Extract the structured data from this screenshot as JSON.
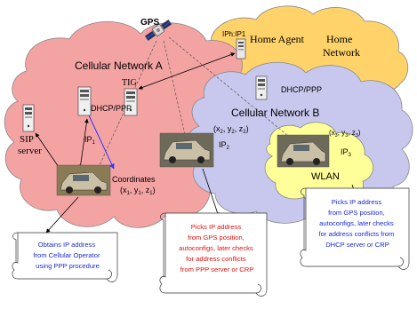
{
  "labels": {
    "gps": "GPS",
    "ipha": "IPh:IP1",
    "home_agent": "Home Agent",
    "home_network_l1": "Home",
    "home_network_l2": "Network",
    "cellular_a": "Cellular Network A",
    "tig": "TIG",
    "dhcp_a": "DHCP/PPP",
    "sip_l1": "SIP",
    "sip_l2": "server",
    "ip1": "IP",
    "ip1_sub": "1",
    "coords_title": "Coordinates",
    "coords_a": "(x",
    "coords_a_s1": "1",
    "coords_a_m1": ", y",
    "coords_a_s2": "1",
    "coords_a_m2": ", z",
    "coords_a_s3": "1",
    "coords_a_end": ")",
    "dhcp_b": "DHCP/PPP",
    "cellular_b": "Cellular Network B",
    "coords_b": "(x",
    "coords_b_s1": "2",
    "coords_b_m1": ", y",
    "coords_b_s2": "2",
    "coords_b_m2": ", z",
    "coords_b_s3": "2",
    "coords_b_end": ")",
    "ip2": "IP",
    "ip2_sub": "2",
    "coords_c": "(x",
    "coords_c_s1": "3",
    "coords_c_m1": ", y",
    "coords_c_s2": "3",
    "coords_c_m2": ", z",
    "coords_c_s3": "3",
    "coords_c_end": ")",
    "ip3": "IP",
    "ip3_sub": "3",
    "wlan": "WLAN"
  },
  "notes": {
    "left": [
      "Obtains IP address",
      "from Cellular Operator",
      "using PPP procedure"
    ],
    "middle": [
      "Picks IP address",
      "from GPS position,",
      "autoconfigs, later checks",
      "for address conflicts",
      "from PPP server or CRP"
    ],
    "right": [
      "Picks IP address",
      "from GPS position,",
      "autoconfigs, later checks",
      "for address conflicts from",
      "DHCP server or CRP"
    ]
  },
  "colors": {
    "cloud_a": "#f4a3a3",
    "cloud_home": "#ffd36a",
    "cloud_b": "#c8c8ee",
    "cloud_wlan": "#ffff99",
    "note_left_text": "#1a2bd6",
    "note_middle_text": "#e01010",
    "note_right_text": "#1a2bd6",
    "link_blue": "#3333ff"
  }
}
